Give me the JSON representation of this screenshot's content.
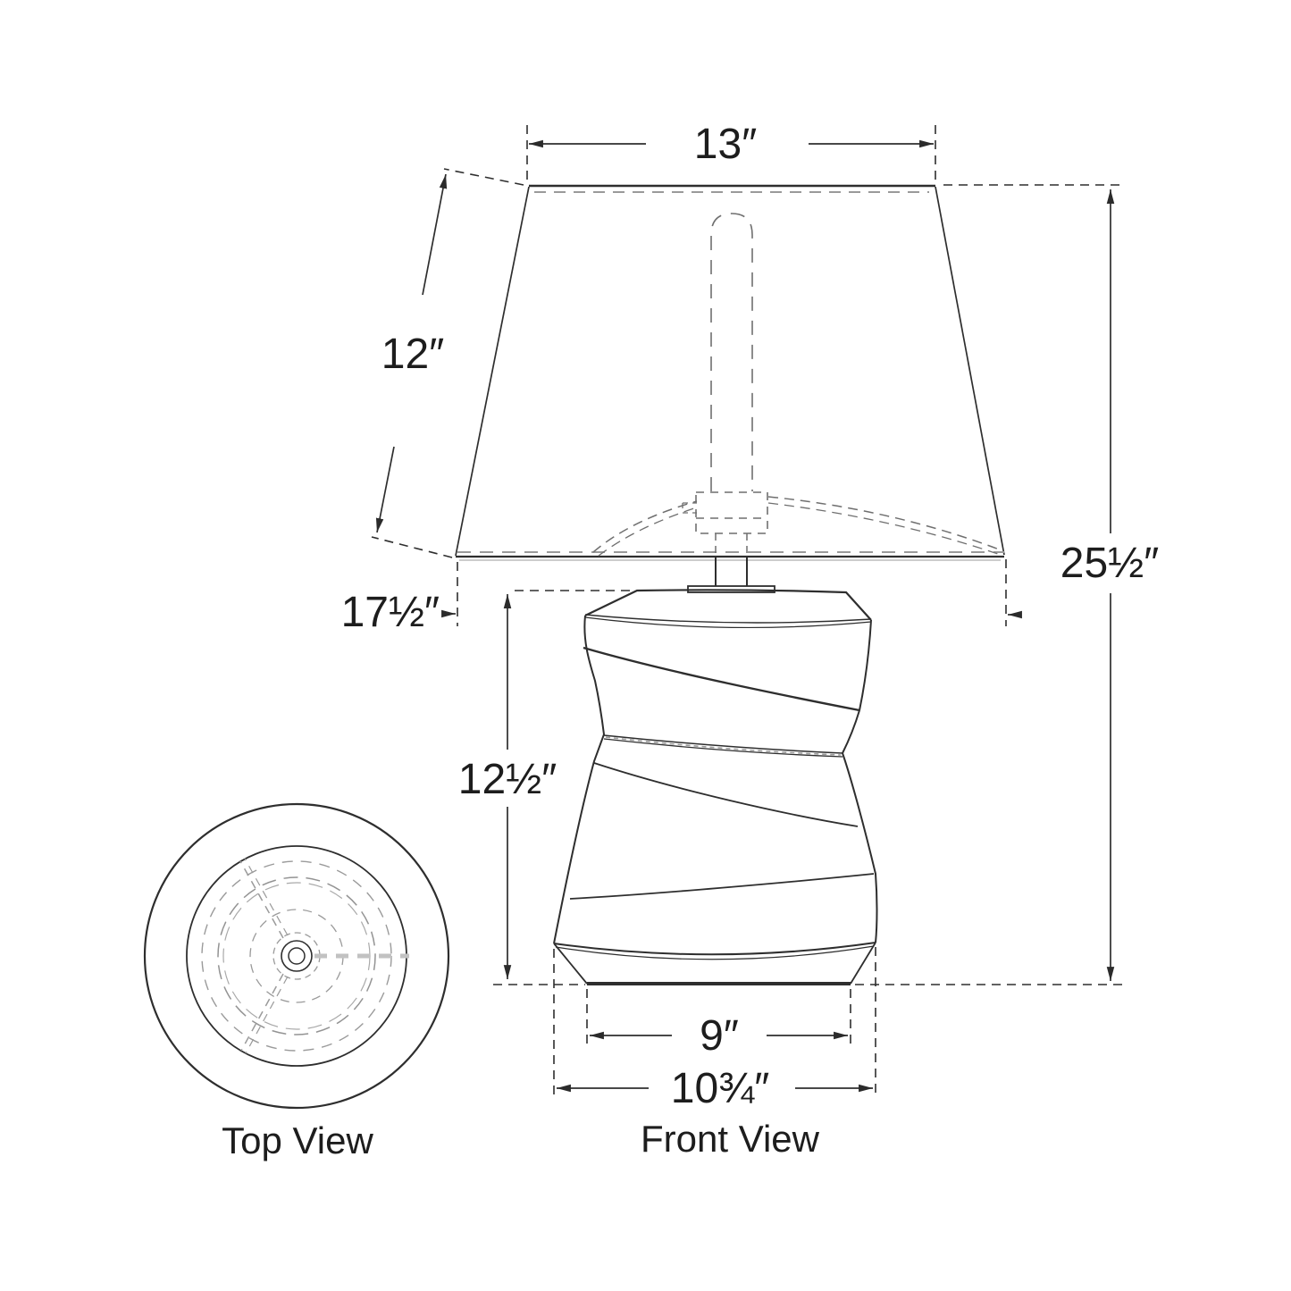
{
  "diagram": {
    "front_view_label": "Front View",
    "top_view_label": "Top View",
    "dimensions": {
      "shade_top_width": {
        "label": "13″",
        "inches": 13
      },
      "shade_slant_height": {
        "label": "12″",
        "inches": 12
      },
      "shade_bottom_width": {
        "label": "17½″",
        "inches": 17.5
      },
      "overall_height": {
        "label": "25½″",
        "inches": 25.5
      },
      "base_height": {
        "label": "12½″",
        "inches": 12.5
      },
      "base_bottom_width": {
        "label": "9″",
        "inches": 9
      },
      "base_max_width": {
        "label": "10¾″",
        "inches": 10.75
      }
    },
    "colors": {
      "line": "#2e2e2e",
      "hidden_line": "#9a9a9a",
      "background": "#ffffff"
    }
  }
}
